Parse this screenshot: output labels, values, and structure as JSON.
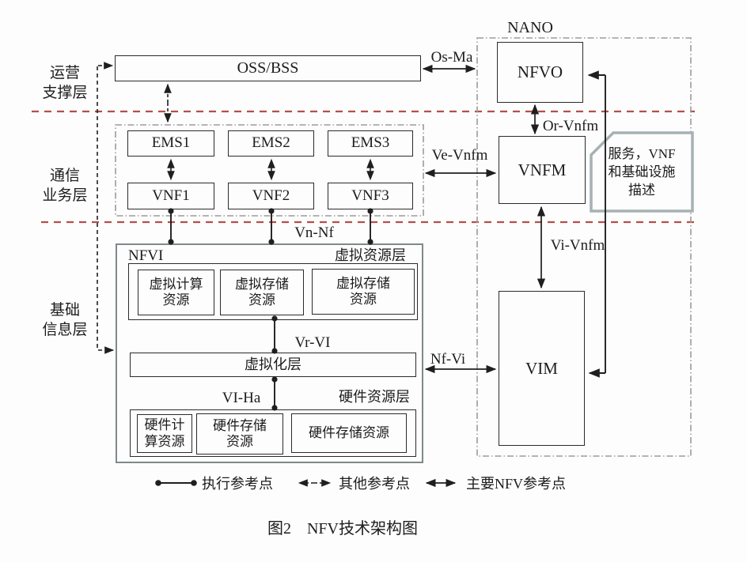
{
  "diagram": {
    "caption": "图2　NFV技术架构图",
    "layers": {
      "ops": "运营\n支撑层",
      "comm": "通信\n业务层",
      "infra": "基础\n信息层"
    },
    "nodes": {
      "oss": "OSS/BSS",
      "ems1": "EMS1",
      "ems2": "EMS2",
      "ems3": "EMS3",
      "vnf1": "VNF1",
      "vnf2": "VNF2",
      "vnf3": "VNF3",
      "nfvo": "NFVO",
      "vnfm": "VNFM",
      "vim": "VIM",
      "virtualization_layer": "虚拟化层",
      "vres_compute": "虚拟计算\n资源",
      "vres_storage": "虚拟存储\n资源",
      "vres_storage2": "虚拟存储\n资源",
      "hres_compute": "硬件计\n算资源",
      "hres_storage": "硬件存储\n资源",
      "hres_storage2": "硬件存储资源",
      "note": "服务，VNF\n和基础设施\n描述"
    },
    "sections": {
      "nano": "NANO",
      "nfvi": "NFVI",
      "virtual_resource_layer": "虚拟资源层",
      "hardware_resource_layer": "硬件资源层"
    },
    "refs": {
      "os_ma": "Os-Ma",
      "or_vnfm": "Or-Vnfm",
      "ve_vnfm": "Ve-Vnfm",
      "vi_vnfm": "Vi-Vnfm",
      "vn_nf": "Vn-Nf",
      "vr_vi": "Vr-VI",
      "vi_ha": "VI-Ha",
      "nf_vi": "Nf-Vi"
    },
    "legend": {
      "exec": "执行参考点",
      "other": "其他参考点",
      "main": "主要NFV参考点"
    },
    "colors": {
      "line": "#1f1f1f",
      "layer_divider": "#b2504b",
      "nfvi_border": "#7f8a8a",
      "note_border": "#a7b1b3",
      "dashdot_border": "#9b9b9b"
    }
  }
}
